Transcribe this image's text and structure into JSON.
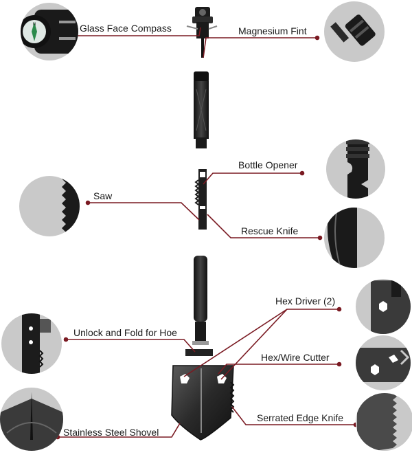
{
  "labels": {
    "compass": "Glass Face Compass",
    "flint": "Magnesium Fint",
    "bottle": "Bottle Opener",
    "saw": "Saw",
    "rescue": "Rescue Knife",
    "hex_driver": "Hex Driver (2)",
    "unlock": "Unlock and Fold for Hoe",
    "hex_wire": "Hex/Wire Cutter",
    "shovel": "Stainless Steel Shovel",
    "serrated": "Serrated Edge Knife"
  },
  "colors": {
    "leader": "#7a1a22",
    "circle_bg": "#c9c9c9",
    "tool": "#1c1c1c",
    "tool_light": "#3a3a3a",
    "steel": "#4a4a4a"
  },
  "icons": [
    "compass-icon",
    "flint-icon",
    "bottle-opener-icon",
    "saw-icon",
    "rescue-knife-icon",
    "hex-driver-icon",
    "unlock-hoe-icon",
    "hex-wire-cutter-icon",
    "shovel-blade-icon",
    "serrated-knife-icon"
  ]
}
